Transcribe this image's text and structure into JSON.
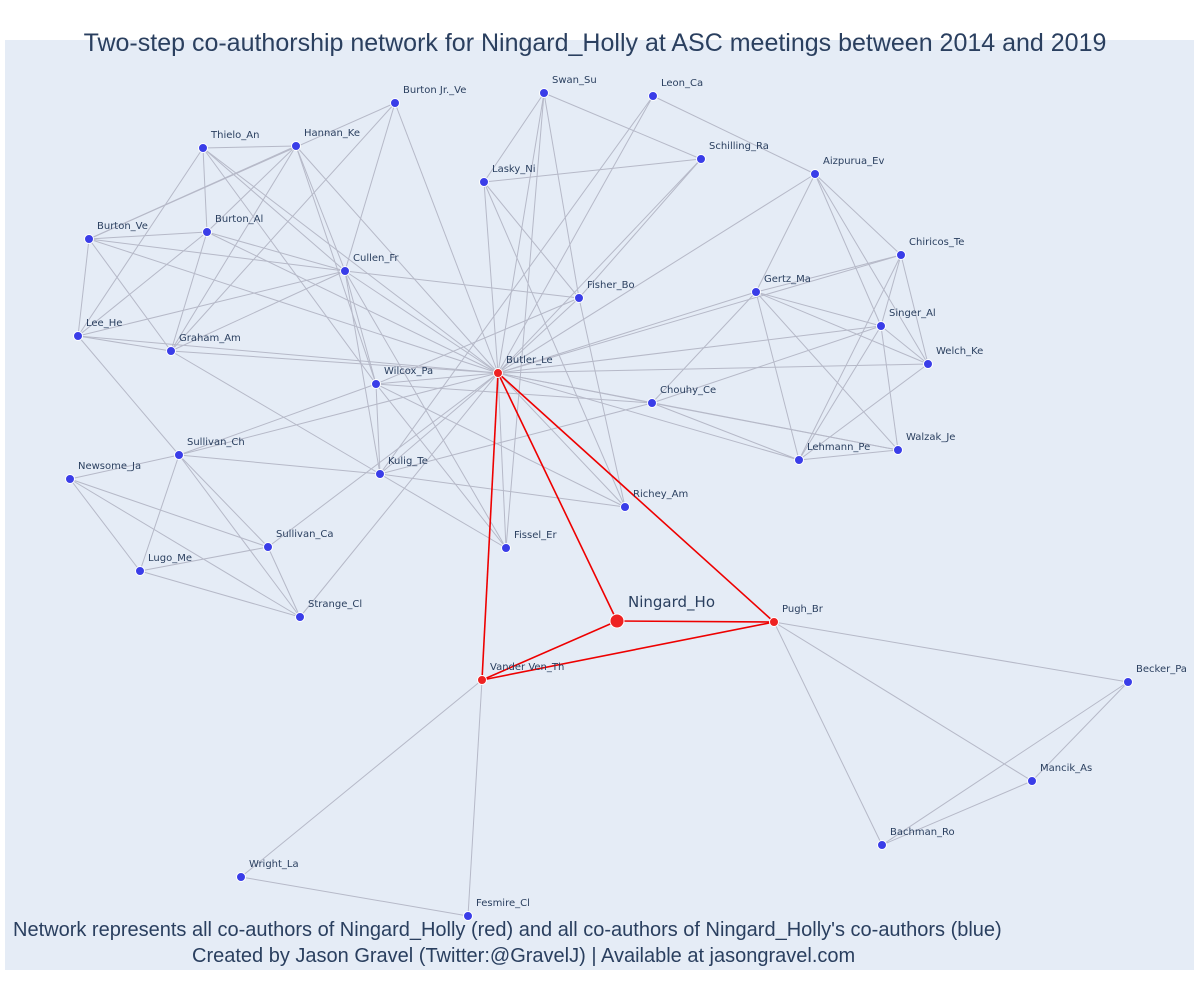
{
  "title": "Two-step co-authorship network for Ningard_Holly at ASC meetings between 2014 and 2019",
  "captions": {
    "line1": "Network represents all co-authors of Ningard_Holly (red) and all co-authors of Ningard_Holly's co-authors (blue)",
    "line2": "Created by Jason Gravel (Twitter:@GravelJ) | Available at jasongravel.com"
  },
  "colors": {
    "plot_background": "#e5ecf6",
    "direct_coauthor": "#ee2222",
    "second_step_coauthor": "#3a3de8",
    "direct_edge": "#ee0000",
    "other_edge": "#b6b9c8",
    "text": "#2a3f5f"
  },
  "nodes": [
    {
      "id": "Ningard_Ho",
      "label": "Ningard_Ho",
      "group": "focal"
    },
    {
      "id": "Butler_Le",
      "label": "Butler_Le",
      "group": "direct"
    },
    {
      "id": "Pugh_Br",
      "label": "Pugh_Br",
      "group": "direct"
    },
    {
      "id": "VanderVen_Th",
      "label": "Vander Ven_Th",
      "group": "direct"
    },
    {
      "id": "Swan_Su",
      "label": "Swan_Su",
      "group": "second"
    },
    {
      "id": "Leon_Ca",
      "label": "Leon_Ca",
      "group": "second"
    },
    {
      "id": "BurtonJr_Ve",
      "label": "Burton Jr._Ve",
      "group": "second"
    },
    {
      "id": "Hannan_Ke",
      "label": "Hannan_Ke",
      "group": "second"
    },
    {
      "id": "Thielo_An",
      "label": "Thielo_An",
      "group": "second"
    },
    {
      "id": "Schilling_Ra",
      "label": "Schilling_Ra",
      "group": "second"
    },
    {
      "id": "Aizpurua_Ev",
      "label": "Aizpurua_Ev",
      "group": "second"
    },
    {
      "id": "Lasky_Ni",
      "label": "Lasky_Ni",
      "group": "second"
    },
    {
      "id": "Burton_Ve",
      "label": "Burton_Ve",
      "group": "second"
    },
    {
      "id": "Burton_Al",
      "label": "Burton_Al",
      "group": "second"
    },
    {
      "id": "Chiricos_Te",
      "label": "Chiricos_Te",
      "group": "second"
    },
    {
      "id": "Cullen_Fr",
      "label": "Cullen_Fr",
      "group": "second"
    },
    {
      "id": "Gertz_Ma",
      "label": "Gertz_Ma",
      "group": "second"
    },
    {
      "id": "Fisher_Bo",
      "label": "Fisher_Bo",
      "group": "second"
    },
    {
      "id": "Singer_Al",
      "label": "Singer_Al",
      "group": "second"
    },
    {
      "id": "Lee_He",
      "label": "Lee_He",
      "group": "second"
    },
    {
      "id": "Graham_Am",
      "label": "Graham_Am",
      "group": "second"
    },
    {
      "id": "Welch_Ke",
      "label": "Welch_Ke",
      "group": "second"
    },
    {
      "id": "Wilcox_Pa",
      "label": "Wilcox_Pa",
      "group": "second"
    },
    {
      "id": "Chouhy_Ce",
      "label": "Chouhy_Ce",
      "group": "second"
    },
    {
      "id": "Sullivan_Ch",
      "label": "Sullivan_Ch",
      "group": "second"
    },
    {
      "id": "Walzak_Je",
      "label": "Walzak_Je",
      "group": "second"
    },
    {
      "id": "Lehmann_Pe",
      "label": "Lehmann_Pe",
      "group": "second"
    },
    {
      "id": "Newsome_Ja",
      "label": "Newsome_Ja",
      "group": "second"
    },
    {
      "id": "Kulig_Te",
      "label": "Kulig_Te",
      "group": "second"
    },
    {
      "id": "Richey_Am",
      "label": "Richey_Am",
      "group": "second"
    },
    {
      "id": "Sullivan_Ca",
      "label": "Sullivan_Ca",
      "group": "second"
    },
    {
      "id": "Fissel_Er",
      "label": "Fissel_Er",
      "group": "second"
    },
    {
      "id": "Lugo_Me",
      "label": "Lugo_Me",
      "group": "second"
    },
    {
      "id": "Strange_Cl",
      "label": "Strange_Cl",
      "group": "second"
    },
    {
      "id": "Becker_Pa",
      "label": "Becker_Pa",
      "group": "second"
    },
    {
      "id": "Mancik_As",
      "label": "Mancik_As",
      "group": "second"
    },
    {
      "id": "Bachman_Ro",
      "label": "Bachman_Ro",
      "group": "second"
    },
    {
      "id": "Wright_La",
      "label": "Wright_La",
      "group": "second"
    },
    {
      "id": "Fesmire_Cl",
      "label": "Fesmire_Cl",
      "group": "second"
    }
  ],
  "edges": [
    [
      "Ningard_Ho",
      "Butler_Le"
    ],
    [
      "Ningard_Ho",
      "Pugh_Br"
    ],
    [
      "Ningard_Ho",
      "VanderVen_Th"
    ],
    [
      "Butler_Le",
      "Pugh_Br"
    ],
    [
      "Butler_Le",
      "VanderVen_Th"
    ],
    [
      "Pugh_Br",
      "VanderVen_Th"
    ],
    [
      "Butler_Le",
      "Swan_Su"
    ],
    [
      "Butler_Le",
      "Leon_Ca"
    ],
    [
      "Butler_Le",
      "BurtonJr_Ve"
    ],
    [
      "Butler_Le",
      "Hannan_Ke"
    ],
    [
      "Butler_Le",
      "Thielo_An"
    ],
    [
      "Butler_Le",
      "Schilling_Ra"
    ],
    [
      "Butler_Le",
      "Aizpurua_Ev"
    ],
    [
      "Butler_Le",
      "Lasky_Ni"
    ],
    [
      "Butler_Le",
      "Burton_Ve"
    ],
    [
      "Butler_Le",
      "Burton_Al"
    ],
    [
      "Butler_Le",
      "Cullen_Fr"
    ],
    [
      "Butler_Le",
      "Gertz_Ma"
    ],
    [
      "Butler_Le",
      "Fisher_Bo"
    ],
    [
      "Butler_Le",
      "Singer_Al"
    ],
    [
      "Butler_Le",
      "Lee_He"
    ],
    [
      "Butler_Le",
      "Graham_Am"
    ],
    [
      "Butler_Le",
      "Welch_Ke"
    ],
    [
      "Butler_Le",
      "Wilcox_Pa"
    ],
    [
      "Butler_Le",
      "Chouhy_Ce"
    ],
    [
      "Butler_Le",
      "Sullivan_Ch"
    ],
    [
      "Butler_Le",
      "Walzak_Je"
    ],
    [
      "Butler_Le",
      "Lehmann_Pe"
    ],
    [
      "Butler_Le",
      "Kulig_Te"
    ],
    [
      "Butler_Le",
      "Richey_Am"
    ],
    [
      "Butler_Le",
      "Sullivan_Ca"
    ],
    [
      "Butler_Le",
      "Fissel_Er"
    ],
    [
      "Butler_Le",
      "Strange_Cl"
    ],
    [
      "Butler_Le",
      "Chiricos_Te"
    ],
    [
      "Swan_Su",
      "Lasky_Ni"
    ],
    [
      "Swan_Su",
      "Schilling_Ra"
    ],
    [
      "Swan_Su",
      "Fisher_Bo"
    ],
    [
      "Swan_Su",
      "Fissel_Er"
    ],
    [
      "Leon_Ca",
      "Aizpurua_Ev"
    ],
    [
      "Leon_Ca",
      "Kulig_Te"
    ],
    [
      "Lasky_Ni",
      "Schilling_Ra"
    ],
    [
      "Lasky_Ni",
      "Fisher_Bo"
    ],
    [
      "Lasky_Ni",
      "Richey_Am"
    ],
    [
      "Schilling_Ra",
      "Fisher_Bo"
    ],
    [
      "BurtonJr_Ve",
      "Cullen_Fr"
    ],
    [
      "BurtonJr_Ve",
      "Burton_Ve"
    ],
    [
      "BurtonJr_Ve",
      "Graham_Am"
    ],
    [
      "Thielo_An",
      "Hannan_Ke"
    ],
    [
      "Thielo_An",
      "Burton_Al"
    ],
    [
      "Thielo_An",
      "Cullen_Fr"
    ],
    [
      "Thielo_An",
      "Lee_He"
    ],
    [
      "Thielo_An",
      "Wilcox_Pa"
    ],
    [
      "Hannan_Ke",
      "Burton_Ve"
    ],
    [
      "Hannan_Ke",
      "Burton_Al"
    ],
    [
      "Hannan_Ke",
      "Cullen_Fr"
    ],
    [
      "Hannan_Ke",
      "Graham_Am"
    ],
    [
      "Hannan_Ke",
      "Wilcox_Pa"
    ],
    [
      "Burton_Ve",
      "Burton_Al"
    ],
    [
      "Burton_Ve",
      "Cullen_Fr"
    ],
    [
      "Burton_Ve",
      "Lee_He"
    ],
    [
      "Burton_Ve",
      "Graham_Am"
    ],
    [
      "Burton_Al",
      "Cullen_Fr"
    ],
    [
      "Burton_Al",
      "Lee_He"
    ],
    [
      "Burton_Al",
      "Graham_Am"
    ],
    [
      "Cullen_Fr",
      "Lee_He"
    ],
    [
      "Cullen_Fr",
      "Graham_Am"
    ],
    [
      "Cullen_Fr",
      "Fisher_Bo"
    ],
    [
      "Cullen_Fr",
      "Wilcox_Pa"
    ],
    [
      "Cullen_Fr",
      "Kulig_Te"
    ],
    [
      "Cullen_Fr",
      "Fissel_Er"
    ],
    [
      "Lee_He",
      "Graham_Am"
    ],
    [
      "Lee_He",
      "Sullivan_Ch"
    ],
    [
      "Graham_Am",
      "Kulig_Te"
    ],
    [
      "Fisher_Bo",
      "Wilcox_Pa"
    ],
    [
      "Fisher_Bo",
      "Richey_Am"
    ],
    [
      "Aizpurua_Ev",
      "Chiricos_Te"
    ],
    [
      "Aizpurua_Ev",
      "Gertz_Ma"
    ],
    [
      "Aizpurua_Ev",
      "Welch_Ke"
    ],
    [
      "Aizpurua_Ev",
      "Singer_Al"
    ],
    [
      "Chiricos_Te",
      "Gertz_Ma"
    ],
    [
      "Chiricos_Te",
      "Singer_Al"
    ],
    [
      "Chiricos_Te",
      "Welch_Ke"
    ],
    [
      "Chiricos_Te",
      "Lehmann_Pe"
    ],
    [
      "Gertz_Ma",
      "Singer_Al"
    ],
    [
      "Gertz_Ma",
      "Welch_Ke"
    ],
    [
      "Gertz_Ma",
      "Chouhy_Ce"
    ],
    [
      "Gertz_Ma",
      "Lehmann_Pe"
    ],
    [
      "Gertz_Ma",
      "Walzak_Je"
    ],
    [
      "Singer_Al",
      "Welch_Ke"
    ],
    [
      "Singer_Al",
      "Chouhy_Ce"
    ],
    [
      "Singer_Al",
      "Lehmann_Pe"
    ],
    [
      "Singer_Al",
      "Walzak_Je"
    ],
    [
      "Welch_Ke",
      "Lehmann_Pe"
    ],
    [
      "Walzak_Je",
      "Lehmann_Pe"
    ],
    [
      "Chouhy_Ce",
      "Lehmann_Pe"
    ],
    [
      "Chouhy_Ce",
      "Walzak_Je"
    ],
    [
      "Chouhy_Ce",
      "Kulig_Te"
    ],
    [
      "Chouhy_Ce",
      "Wilcox_Pa"
    ],
    [
      "Wilcox_Pa",
      "Kulig_Te"
    ],
    [
      "Wilcox_Pa",
      "Sullivan_Ch"
    ],
    [
      "Wilcox_Pa",
      "Richey_Am"
    ],
    [
      "Wilcox_Pa",
      "Fissel_Er"
    ],
    [
      "Kulig_Te",
      "Sullivan_Ch"
    ],
    [
      "Kulig_Te",
      "Richey_Am"
    ],
    [
      "Kulig_Te",
      "Fissel_Er"
    ],
    [
      "Sullivan_Ch",
      "Newsome_Ja"
    ],
    [
      "Sullivan_Ch",
      "Lugo_Me"
    ],
    [
      "Sullivan_Ch",
      "Sullivan_Ca"
    ],
    [
      "Sullivan_Ch",
      "Strange_Cl"
    ],
    [
      "Newsome_Ja",
      "Lugo_Me"
    ],
    [
      "Newsome_Ja",
      "Sullivan_Ca"
    ],
    [
      "Newsome_Ja",
      "Strange_Cl"
    ],
    [
      "Lugo_Me",
      "Sullivan_Ca"
    ],
    [
      "Lugo_Me",
      "Strange_Cl"
    ],
    [
      "Sullivan_Ca",
      "Strange_Cl"
    ],
    [
      "Pugh_Br",
      "Becker_Pa"
    ],
    [
      "Pugh_Br",
      "Mancik_As"
    ],
    [
      "Pugh_Br",
      "Bachman_Ro"
    ],
    [
      "Becker_Pa",
      "Mancik_As"
    ],
    [
      "Becker_Pa",
      "Bachman_Ro"
    ],
    [
      "Mancik_As",
      "Bachman_Ro"
    ],
    [
      "VanderVen_Th",
      "Wright_La"
    ],
    [
      "VanderVen_Th",
      "Fesmire_Cl"
    ],
    [
      "Wright_La",
      "Fesmire_Cl"
    ]
  ]
}
